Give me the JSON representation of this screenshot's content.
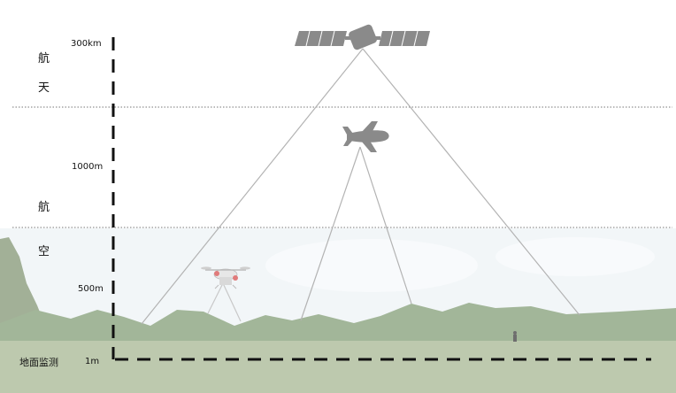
{
  "categories": {
    "space_char1": "航",
    "space_char2": "天",
    "air_char1": "航",
    "air_char2": "空",
    "ground": "地面监测"
  },
  "altitude_ticks": {
    "t300km": "300km",
    "t1000m": "1000m",
    "t500m": "500m",
    "t1m": "1m"
  },
  "platforms": [
    {
      "name": "satellite-icon"
    },
    {
      "name": "airplane-icon"
    },
    {
      "name": "drone-icon"
    }
  ],
  "colors": {
    "icon_gray": "#8a8a8a",
    "beam_gray": "#b0b0b0",
    "axis": "#111111",
    "sky": "#e9f0f5",
    "hills": "#5c7a52",
    "field": "#8fa37a"
  }
}
